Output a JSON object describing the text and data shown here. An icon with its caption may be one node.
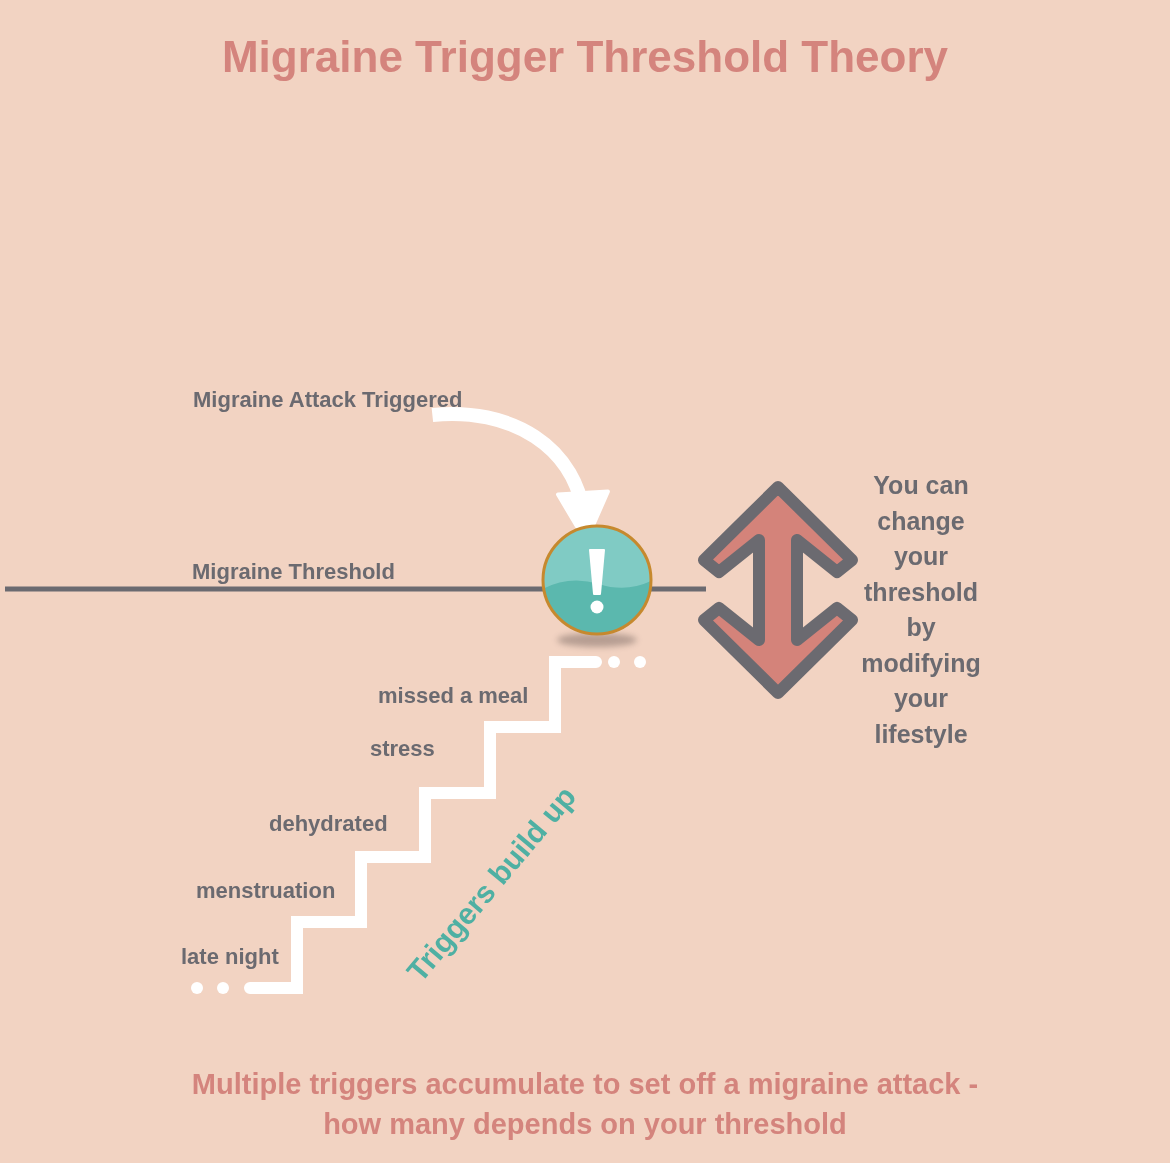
{
  "diagram": {
    "title": "Migraine Trigger Threshold Theory",
    "caption": "Multiple triggers accumulate to set off a migraine attack - how many depends on your threshold",
    "nodes": [
      {
        "text": [
          "Migraine Attack Triggered"
        ]
      },
      {
        "text": [],
        "shape": "circle"
      }
    ],
    "edges": [
      {
        "from": 0,
        "to": 1,
        "arrow": "to"
      }
    ],
    "labels": [
      "Migraine Threshold",
      "You can change your threshold by modifying your lifestyle",
      "missed a meal",
      "stress",
      "dehydrated",
      "menstruation",
      "late night",
      "Triggers build up"
    ]
  }
}
